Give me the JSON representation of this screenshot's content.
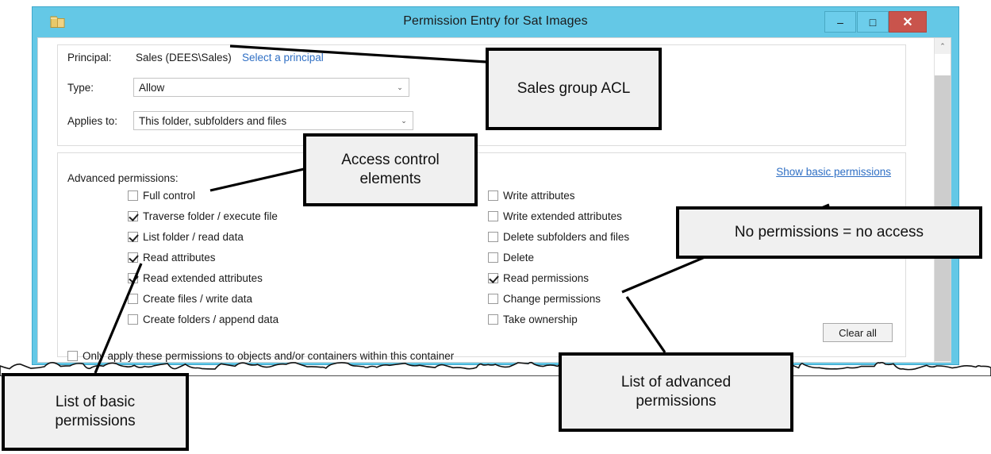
{
  "window": {
    "title": "Permission Entry for Sat Images",
    "icon": "folder-icon",
    "accent_color": "#64c8e6",
    "close_color": "#c9544c",
    "controls": {
      "minimize": "–",
      "maximize": "□",
      "close": "✕"
    }
  },
  "form": {
    "principal_label": "Principal:",
    "principal_value": "Sales (DEES\\Sales)",
    "select_principal_link": "Select a principal",
    "type_label": "Type:",
    "type_value": "Allow",
    "applies_label": "Applies to:",
    "applies_value": "This folder, subfolders and files",
    "dropdown_arrow": "⌄"
  },
  "permissions": {
    "heading": "Advanced permissions:",
    "show_basic_link": "Show basic permissions",
    "clear_all_label": "Clear all",
    "left_column": [
      {
        "label": "Full control",
        "checked": false
      },
      {
        "label": "Traverse folder / execute file",
        "checked": true
      },
      {
        "label": "List folder / read data",
        "checked": true
      },
      {
        "label": "Read attributes",
        "checked": true
      },
      {
        "label": "Read extended attributes",
        "checked": true
      },
      {
        "label": "Create files / write data",
        "checked": false
      },
      {
        "label": "Create folders / append data",
        "checked": false
      }
    ],
    "right_column": [
      {
        "label": "Write attributes",
        "checked": false
      },
      {
        "label": "Write extended attributes",
        "checked": false
      },
      {
        "label": "Delete subfolders and files",
        "checked": false
      },
      {
        "label": "Delete",
        "checked": false
      },
      {
        "label": "Read permissions",
        "checked": true
      },
      {
        "label": "Change permissions",
        "checked": false
      },
      {
        "label": "Take ownership",
        "checked": false
      }
    ],
    "only_apply": {
      "label": "Only apply these permissions to objects and/or containers within this container",
      "checked": false
    }
  },
  "scrollbar": {
    "up_arrow": "⌃"
  },
  "annotations": [
    {
      "id": "sales-group-acl",
      "text": "Sales group ACL"
    },
    {
      "id": "access-control-elements",
      "text": "Access control\nelements"
    },
    {
      "id": "no-permissions-no-access",
      "text": "No permissions = no access"
    },
    {
      "id": "list-of-advanced-permissions",
      "text": "List of advanced\npermissions"
    },
    {
      "id": "list-of-basic-permissions",
      "text": "List of basic\npermissions"
    }
  ]
}
